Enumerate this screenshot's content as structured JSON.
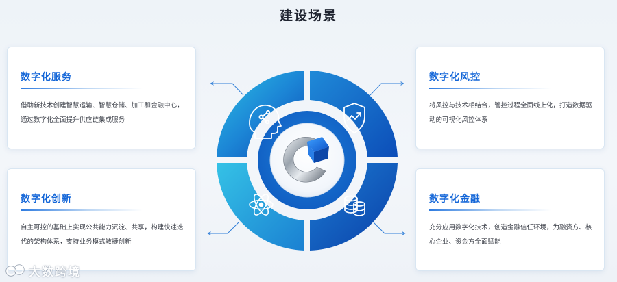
{
  "page": {
    "title": "建设场景"
  },
  "cards": {
    "service": {
      "title": "数字化服务",
      "desc": "借助新技术创建智慧运输、智慧仓储、加工和金融中心，通过数字化全面提升供应链集成服务"
    },
    "risk": {
      "title": "数字化风控",
      "desc": "将风控与技术相结合，管控过程全面线上化，打造数据驱动的可视化风控体系"
    },
    "innovate": {
      "title": "数字化创新",
      "desc": "自主可控的基础上实现公共能力沉淀、共享，构建快速迭代的架构体系，支持业务模式敏捷创新"
    },
    "finance": {
      "title": "数字化金融",
      "desc": "充分应用数字化技术，创造金融信任环境，为融资方、核心企业、资金方全面赋能"
    }
  },
  "diagram": {
    "quadrants": [
      {
        "key": "service",
        "icon": "brain-head-icon"
      },
      {
        "key": "risk",
        "icon": "shield-chart-icon"
      },
      {
        "key": "innovate",
        "icon": "atom-icon"
      },
      {
        "key": "finance",
        "icon": "database-stack-icon"
      }
    ],
    "center_icon": "logo-ring-icon",
    "colors": {
      "accent": "#1567d8",
      "ring_light": "#34b6e0",
      "ring_dark": "#0d4fb8",
      "inner_ring": "#1670cf"
    }
  },
  "watermark": {
    "text": "大数跨境",
    "icon": "watermark-logo-icon"
  }
}
